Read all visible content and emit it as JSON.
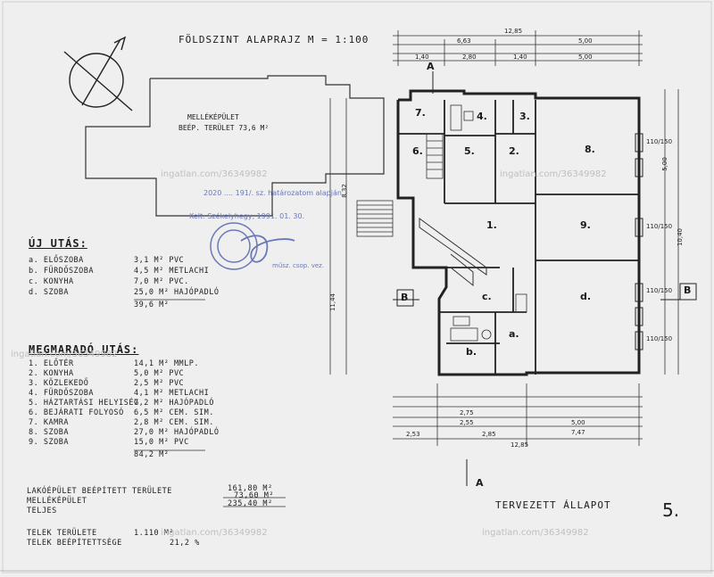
{
  "title": "FÖLDSZINT ALAPRAJZ  M = 1:100",
  "outbuilding": {
    "line1": "MELLÉKÉPÜLET",
    "line2": "BEÉP. TERÜLET 73,6 M²"
  },
  "new_rooms": {
    "header": "ÚJ UTÁS:",
    "rows": [
      {
        "label": "a. ELŐSZOBA",
        "value": "3,1 M² PVC"
      },
      {
        "label": "b. FÜRDŐSZOBA",
        "value": "4,5 M² METLACHI"
      },
      {
        "label": "c. KONYHA",
        "value": "7,0 M² PVC."
      },
      {
        "label": "d. SZOBA",
        "value": "25,0 M² HAJÓPADLÓ"
      }
    ],
    "total": "39,6 M²"
  },
  "kept_rooms": {
    "header": "MEGMARADÓ UTÁS:",
    "rows": [
      {
        "label": "1. ELŐTÉR",
        "value": "14,1 M² MMLP."
      },
      {
        "label": "2. KONYHA",
        "value": "5,0 M² PVC"
      },
      {
        "label": "3. KÖZLEKEDŐ",
        "value": "2,5 M² PVC"
      },
      {
        "label": "4. FÜRDŐSZOBA",
        "value": "4,1 M² METLACHI"
      },
      {
        "label": "5. HÁZTARTÁSI HELYISÉG",
        "value": "7,2 M² HAJÓPADLÓ"
      },
      {
        "label": "6. BEJÁRATI FOLYOSÓ",
        "value": "6,5 M² CEM. SIM."
      },
      {
        "label": "7. KAMRA",
        "value": "2,8 M² CEM. SIM."
      },
      {
        "label": "8. SZOBA",
        "value": "27,0 M² HAJÓPADLÓ"
      },
      {
        "label": "9. SZOBA",
        "value": "15,0 M² PVC"
      }
    ],
    "total": "84,2 M²"
  },
  "summary": {
    "main": {
      "label": "LAKÓÉPÜLET BEÉPÍTETT TERÜLETE",
      "value": "161,80 M²"
    },
    "out": {
      "label": "MELLÉKÉPÜLET",
      "value": "73,60 M²"
    },
    "sum": {
      "label": "TELJES",
      "value": "235,40 M²"
    },
    "plot": {
      "label": "TELEK TERÜLETE",
      "value": "1.110 M²"
    },
    "ratio": {
      "label": "TELEK BEÉPÍTETTSÉGE",
      "value": "21,2 %"
    }
  },
  "state_label": "TERVEZETT ÁLLAPOT",
  "sheet_no": "5.",
  "section_labels": {
    "a_top": "A",
    "a_bottom": "A",
    "b_left": "B",
    "b_right": "B"
  },
  "room_labels": [
    "1.",
    "2.",
    "3.",
    "4.",
    "5.",
    "6.",
    "7.",
    "8.",
    "9.",
    "a.",
    "b.",
    "c.",
    "d."
  ],
  "dims": {
    "overall_top": "12,85",
    "top_a": "6,63",
    "top_b": "5,00",
    "top_c": "1,40",
    "top_d": "2,80",
    "top_e": "1,40",
    "top_f": "5,00",
    "overall_bottom": "12,85",
    "bottom_a": "2,53",
    "bottom_b": "2,85",
    "bottom_c": "7,47",
    "bottom_d": "5,00",
    "bottom_e": "2,75",
    "bottom_f": "2,55",
    "left_a": "11,44",
    "left_b": "8,32",
    "right_a": "10,40",
    "right_b": "5,00",
    "win_1": "110/150",
    "win_2": "110/150",
    "win_3": "110/150",
    "win_4": "110/150"
  },
  "watermarks": [
    "ingatlan.com/36349982",
    "ingatlan.com/36349982",
    "ingatlan.com/36349982",
    "ingatlan.com/36349982",
    "ingatlan.com/36349982"
  ],
  "stamp": {
    "line1": "2020 .... 191/. sz. határozatom alapján",
    "line2": "Kelt: Székelyhegy, 1991. 01. 30.",
    "line3": "műsz. csop. vez."
  }
}
